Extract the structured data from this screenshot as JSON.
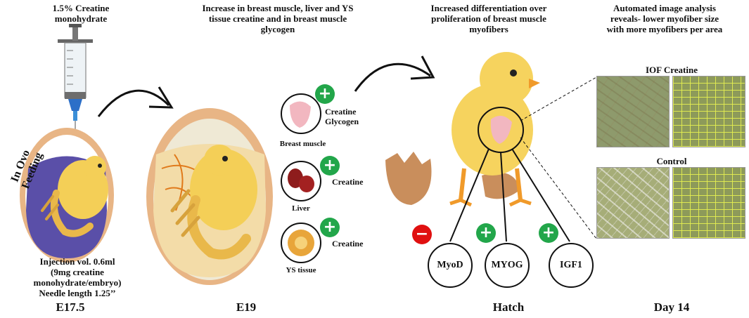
{
  "headers": {
    "creatine_dose": "1.5% Creatine\nmonohydrate",
    "e19_effect": "Increase in breast muscle, liver and YS\ntissue creatine and in breast muscle\nglycogen",
    "hatch_effect": "Increased differentiation over\nproliferation of breast muscle\nmyofibers",
    "day14_effect": "Automated image analysis\nreveals- lower myofiber size\nwith more myofibers per area"
  },
  "method": {
    "label": "In Ovo Feeding",
    "injection": "Injection vol. 0.6ml\n(9mg creatine monohydrate/embryo)\nNeedle length 1.25’’"
  },
  "stages": [
    "E17.5",
    "E19",
    "Hatch",
    "Day 14"
  ],
  "tissues": [
    {
      "name": "Breast muscle",
      "markers": "Creatine\nGlycogen",
      "sign": "+"
    },
    {
      "name": "Liver",
      "markers": "Creatine",
      "sign": "+"
    },
    {
      "name": "YS tissue",
      "markers": "Creatine",
      "sign": "+"
    }
  ],
  "genes": [
    {
      "name": "MyoD",
      "sign": "−"
    },
    {
      "name": "MYOG",
      "sign": "+"
    },
    {
      "name": "IGF1",
      "sign": "+"
    }
  ],
  "histology": {
    "group1": "IOF Creatine",
    "group2": "Control"
  },
  "colors": {
    "up": "#22a64a",
    "down": "#e01010",
    "chick": "#f6d35e",
    "egg_shell": "#e4b07e"
  }
}
